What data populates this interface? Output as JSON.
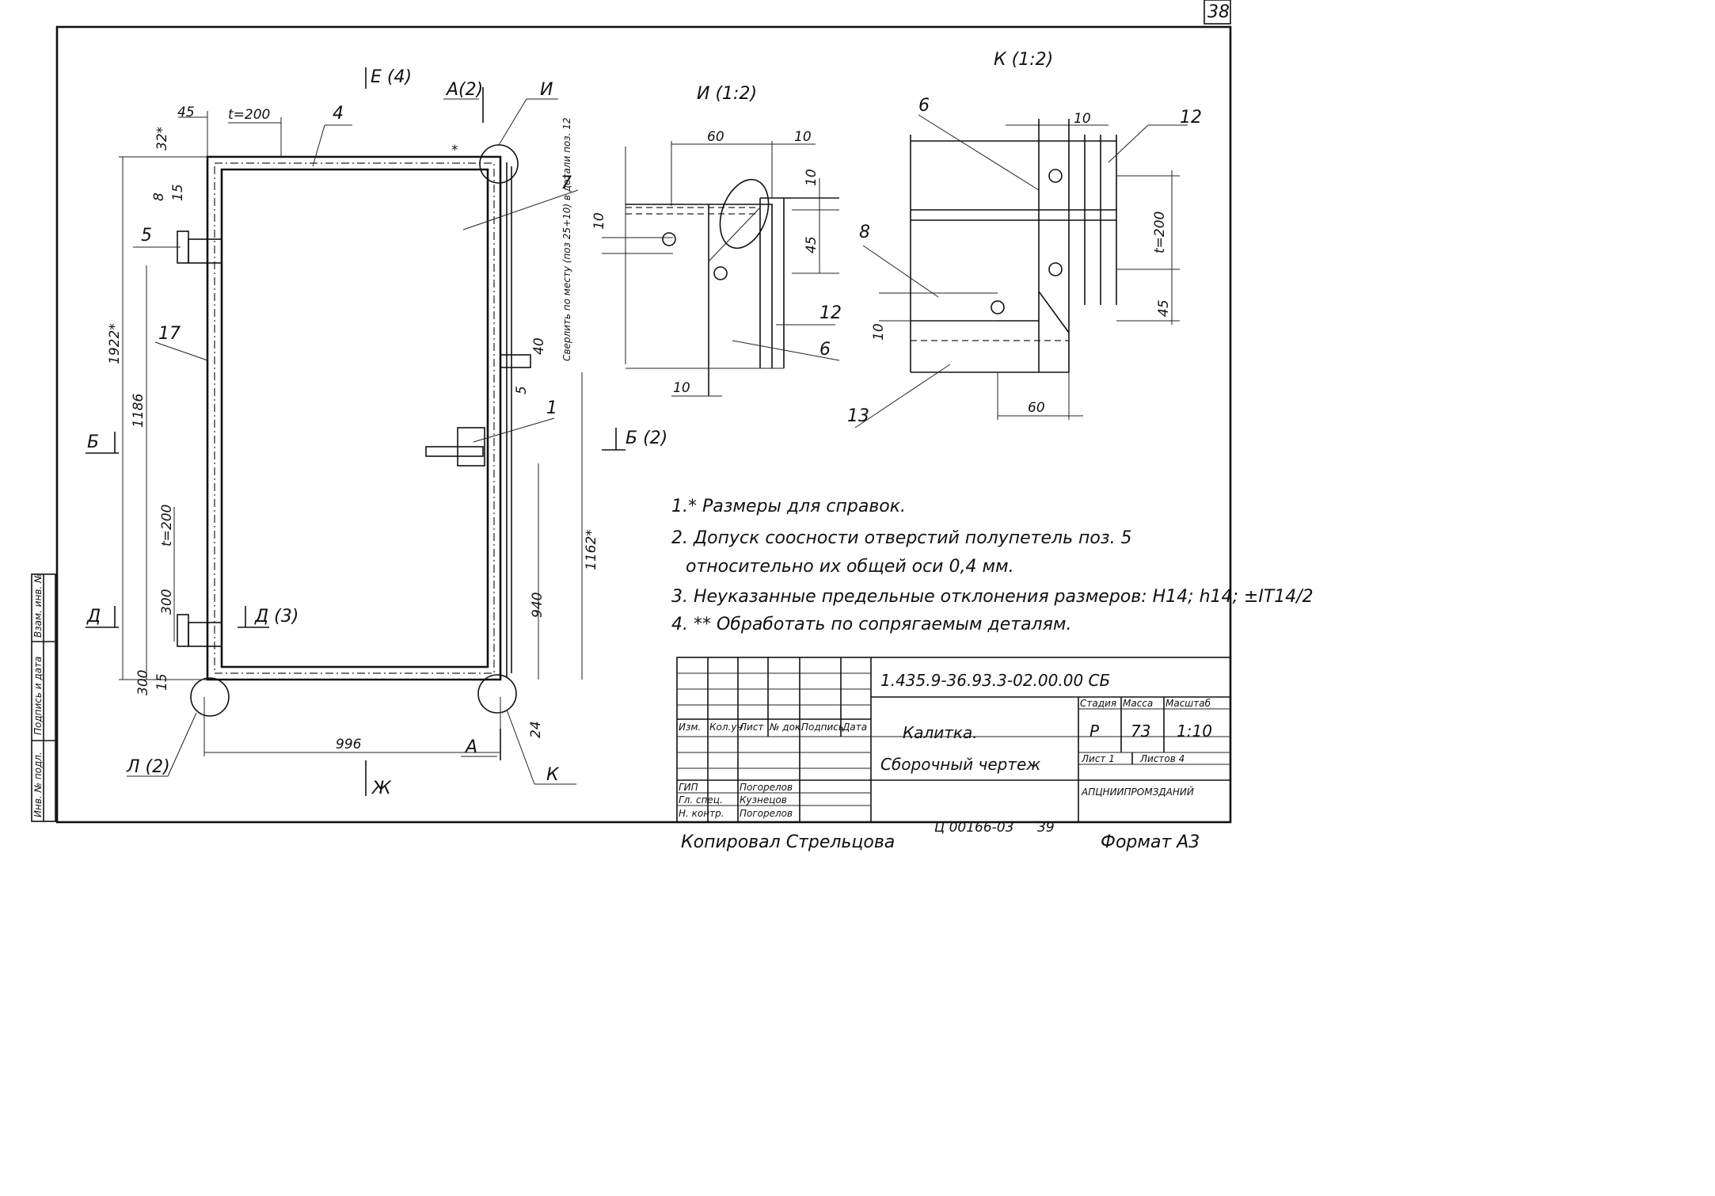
{
  "sheet": {
    "page_number": "38",
    "format_label": "Формат А3",
    "copier_label": "Копировал Стрельцова",
    "archive_code": "Ц 00166-03",
    "archive_num": "39"
  },
  "side_stamp": {
    "cells": [
      "Инв. № подл.",
      "Подпись и дата",
      "Взам. инв. №"
    ]
  },
  "views": {
    "main": {
      "labels": {
        "view_e": "Е (4)",
        "view_zh": "Ж",
        "cut_a_top": "А(2)",
        "cut_a_bottom": "А",
        "cut_b": "Б",
        "cut_d": "Д",
        "cut_d3": "Д (3)",
        "node_i": "И",
        "node_k": "К",
        "node_l": "Л (2)"
      },
      "positions": [
        "4",
        "5",
        "7",
        "17",
        "1",
        "24"
      ],
      "dims": {
        "d45": "45",
        "t200_top": "t=200",
        "d32": "32*",
        "d8": "8",
        "d15_top": "15",
        "d1922": "1922*",
        "d1186": "1186",
        "t200_left": "t=200",
        "d300_left": "300",
        "d300_bottom": "300",
        "d15_bottom": "15",
        "d996": "996",
        "d40": "40",
        "d5": "5",
        "d1162": "1162*",
        "d940": "940"
      },
      "weld_note": "Сверлить по месту (поз 25+10) в детали поз. 12"
    },
    "detail_i": {
      "title": "И (1:2)",
      "dims": {
        "d60": "60",
        "d10_top": "10",
        "d10_right": "10",
        "d45": "45",
        "d10_left": "10",
        "d10_bottom": "10"
      },
      "positions": [
        "12",
        "6"
      ]
    },
    "detail_k": {
      "title": "К (1:2)",
      "dims": {
        "d10_top": "10",
        "t200": "t=200",
        "d45": "45",
        "d10_left": "10",
        "d60": "60"
      },
      "positions": [
        "6",
        "12",
        "8",
        "13"
      ]
    },
    "cut_b2": "Б (2)"
  },
  "notes": [
    "1.* Размеры для справок.",
    "2. Допуск соосности отверстий полупетель поз. 5",
    "относительно их общей оси 0,4 мм.",
    "3. Неуказанные предельные отклонения размеров: Н14; h14; ±IT14/2",
    "4. ** Обработать по сопрягаемым деталям."
  ],
  "title_block": {
    "designation": "1.435.9-36.93.3-02.00.00 СБ",
    "name_line1": "Калитка.",
    "name_line2": "Сборочный чертеж",
    "col_headers": [
      "Изм.",
      "Кол.уч",
      "Лист",
      "№ док.",
      "Подпись",
      "Дата"
    ],
    "roles": [
      "ГИП",
      "Гл. спец.",
      "Н. контр."
    ],
    "people": [
      "Погорелов",
      "Кузнецов",
      "Погорелов"
    ],
    "stage_header": "Стадия",
    "mass_header": "Масса",
    "scale_header": "Масштаб",
    "stage": "Р",
    "mass": "73",
    "scale": "1:10",
    "sheet_label": "Лист 1",
    "sheets_label": "Листов 4",
    "org": "АПЦНИИПРОМЗДАНИЙ"
  }
}
